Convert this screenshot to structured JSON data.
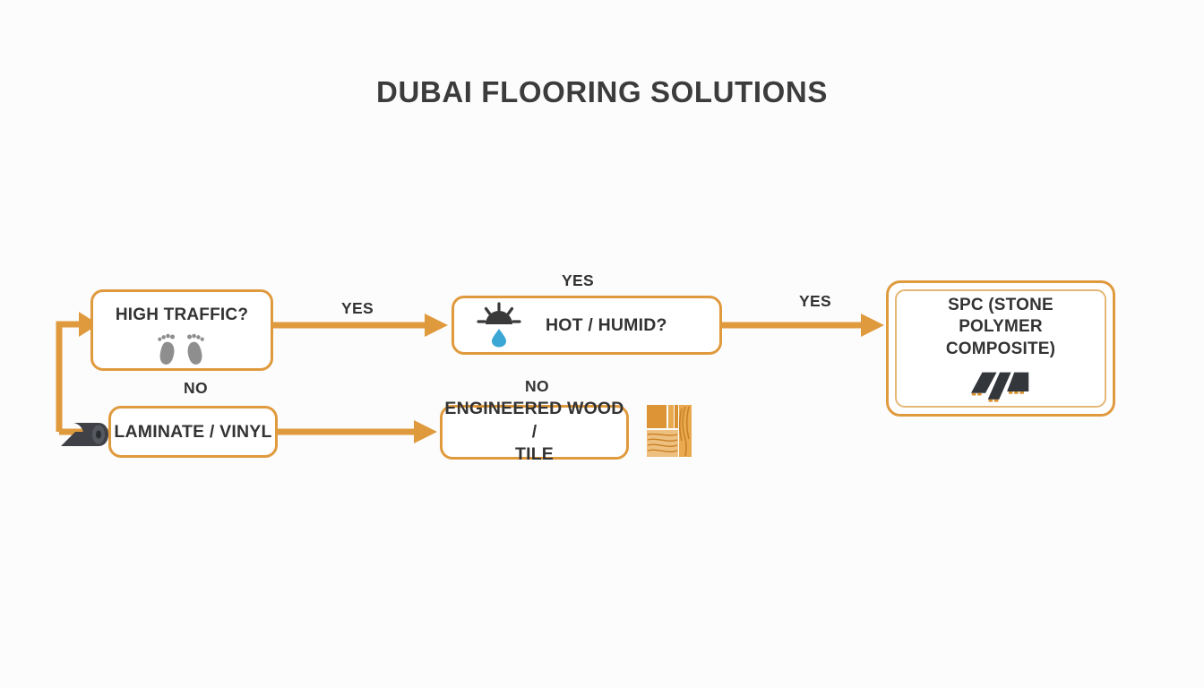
{
  "page": {
    "title": "DUBAI FLOORING SOLUTIONS",
    "background_color": "#fcfcfc",
    "accent_color": "#e09a3e",
    "text_color": "#333333",
    "icon_dark_color": "#3a3a3a",
    "icon_gray_color": "#8e8e8e",
    "icon_blue_color": "#3ba7d4",
    "icon_wood_color": "#d9902f"
  },
  "chart_data": {
    "type": "diagram",
    "title": "DUBAI FLOORING SOLUTIONS",
    "nodes": [
      {
        "id": "high-traffic",
        "label": "HIGH TRAFFIC?",
        "shape": "rounded-rect",
        "icon": "footprints-icon"
      },
      {
        "id": "hot-humid",
        "label": "HOT / HUMID?",
        "shape": "rounded-rect",
        "icon": "sun-droplet-icon"
      },
      {
        "id": "spc",
        "label": "SPC (STONE POLYMER COMPOSITE)",
        "shape": "rounded-rect-double",
        "icon": "flooring-planks-icon"
      },
      {
        "id": "laminate",
        "label": "LAMINATE / VINYL",
        "shape": "rounded-rect",
        "icon": "carpet-roll-icon"
      },
      {
        "id": "engineered",
        "label": "ENGINEERED WOOD / TILE",
        "shape": "rounded-rect",
        "icon": "wood-grain-icon"
      }
    ],
    "edges": [
      {
        "from": "entry",
        "to": "high-traffic",
        "label": ""
      },
      {
        "from": "high-traffic",
        "to": "hot-humid",
        "label": "YES"
      },
      {
        "from": "hot-humid",
        "to": "spc",
        "label": "YES"
      },
      {
        "from": "high-traffic",
        "to": "laminate",
        "label": "NO"
      },
      {
        "from": "hot-humid",
        "to": "engineered",
        "label": "NO"
      }
    ]
  },
  "nodes": {
    "high_traffic": {
      "label": "HIGH TRAFFIC?"
    },
    "hot_humid": {
      "label": "HOT / HUMID?"
    },
    "spc": {
      "label_line1": "SPC (STONE POLYMER",
      "label_line2": "COMPOSITE)"
    },
    "laminate": {
      "label": "LAMINATE / VINYL"
    },
    "engineered": {
      "label_line1": "ENGINEERED WOOD /",
      "label_line2": "TILE"
    }
  },
  "edge_labels": {
    "yes_high_traffic": "YES",
    "yes_above_hot_humid": "YES",
    "yes_to_spc": "YES",
    "no_to_laminate": "NO",
    "no_to_engineered": "NO"
  }
}
